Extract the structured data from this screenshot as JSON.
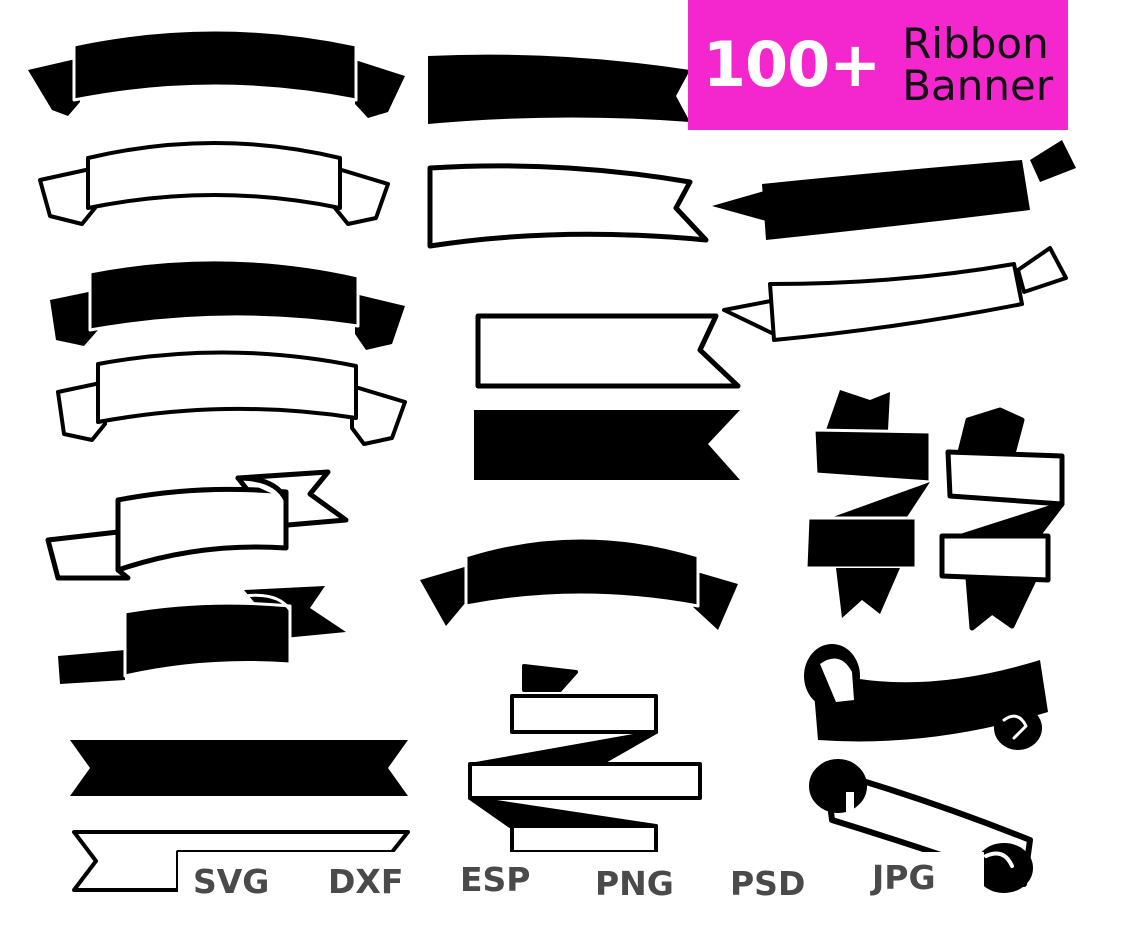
{
  "title": {
    "count": "100+",
    "line1": "Ribbon",
    "line2": "Banner"
  },
  "formats": [
    "SVG",
    "DXF",
    "ESP",
    "PNG",
    "PSD",
    "JPG"
  ],
  "colors": {
    "title_background": "#f427cf",
    "ink": "#000000",
    "format_text": "#4a4a4a"
  }
}
